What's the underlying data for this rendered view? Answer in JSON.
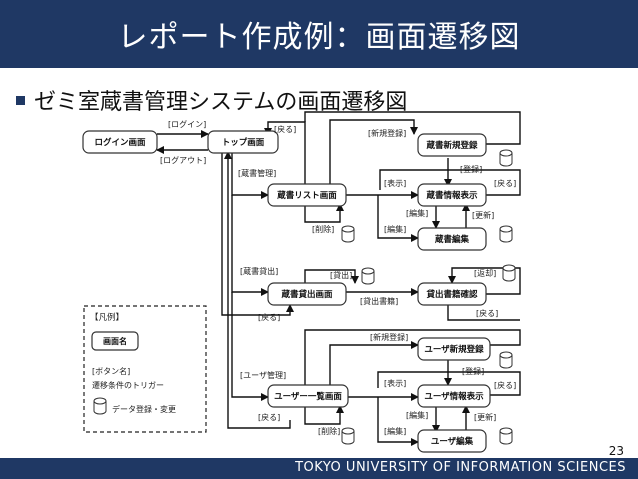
{
  "slide": {
    "title": "レポート作成例：画面遷移図",
    "subtitle": "ゼミ室蔵書管理システムの画面遷移図",
    "page_number": "23",
    "footer": "TOKYO UNIVERSITY OF INFORMATION SCIENCES"
  },
  "nodes": {
    "login": "ログイン画面",
    "top": "トップ画面",
    "book_new": "蔵書新規登録",
    "book_info": "蔵書情報表示",
    "book_list": "蔵書リスト画面",
    "book_edit": "蔵書編集",
    "loan": "蔵書貸出画面",
    "loan_confirm": "貸出書籍確認",
    "user_new": "ユーザ新規登録",
    "user_info": "ユーザ情報表示",
    "user_list": "ユーザー一覧画面",
    "user_edit": "ユーザ編集"
  },
  "labels": {
    "login": "[ログイン]",
    "logout": "[ログアウト]",
    "back_top": "[戻る]",
    "book_manage": "[蔵書管理]",
    "new_reg": "[新規登録]",
    "register": "[登録]",
    "show": "[表示]",
    "back_info": "[戻る]",
    "edit_small": "[編集]",
    "update": "[更新]",
    "delete": "[削除]",
    "edit": "[編集]",
    "book_loan": "[蔵書貸出]",
    "lend": "[貸出]",
    "return": "[返却]",
    "loaned_books": "[貸出書籍]",
    "back_loan": "[戻る]",
    "back_loanconf": "[戻る]",
    "user_manage": "[ユーザ管理]",
    "u_new_reg": "[新規登録]",
    "u_register": "[登録]",
    "u_show": "[表示]",
    "u_back_info": "[戻る]",
    "u_edit_small": "[編集]",
    "u_update": "[更新]",
    "u_delete": "[削除]",
    "u_edit": "[編集]",
    "u_back": "[戻る]"
  },
  "legend": {
    "title": "【凡例】",
    "screen": "画面名",
    "button": "[ボタン名]",
    "trigger": "遷移条件のトリガー",
    "db": "データ登録・変更"
  }
}
